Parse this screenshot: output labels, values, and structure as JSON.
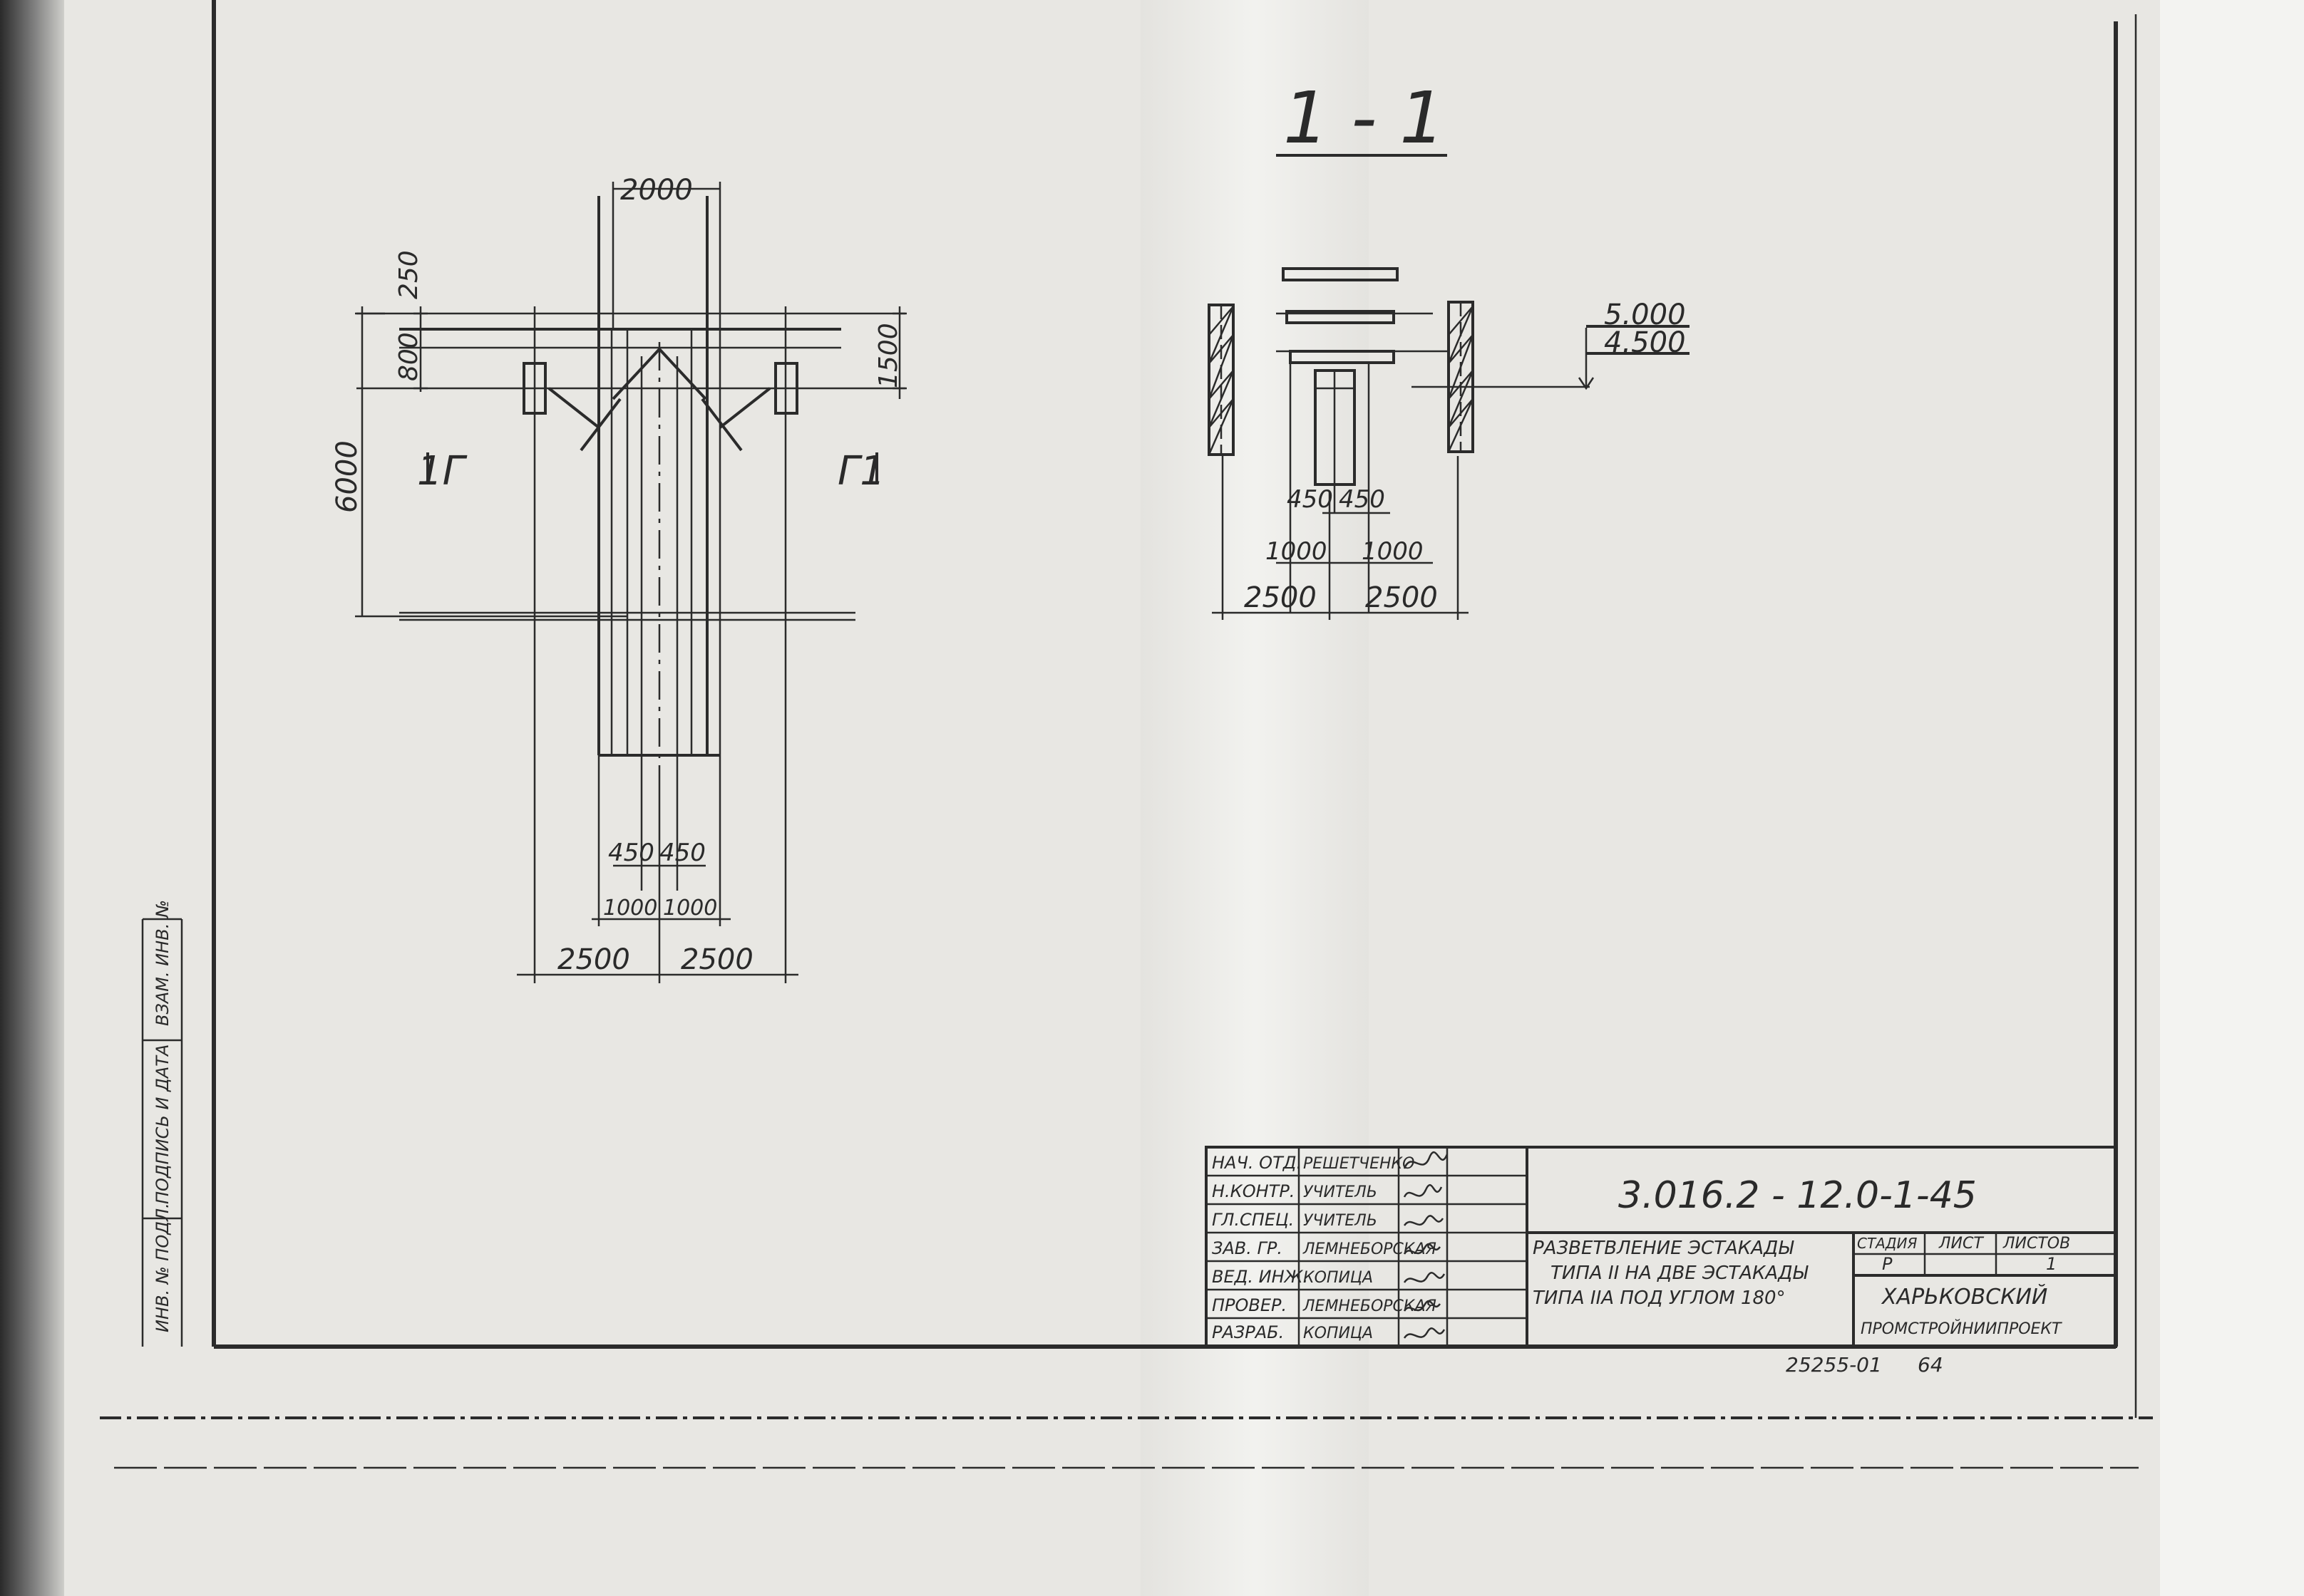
{
  "section_label": "1 - 1",
  "plan": {
    "dims": {
      "top_width": "2000",
      "left_250": "250",
      "left_800": "800",
      "right_1500": "1500",
      "left_6000": "6000",
      "bot_450_l": "450",
      "bot_450_r": "450",
      "bot_1000_l": "1000",
      "bot_1000_r": "1000",
      "bot_2500_l": "2500",
      "bot_2500_r": "2500"
    },
    "section_mark_left": "1Г",
    "section_mark_right": "Г1"
  },
  "section": {
    "dims": {
      "elev_top": "5.000",
      "elev_bottom": "4.500",
      "d450_l": "450",
      "d450_r": "450",
      "d1000_l": "1000",
      "d1000_r": "1000",
      "d2500_l": "2500",
      "d2500_r": "2500"
    }
  },
  "side_strip": {
    "inv_no": "ИНВ. № ПОДЛ.",
    "sign_date": "ПОДПИСЬ И ДАТА",
    "inv_dup": "ВЗАМ. ИНВ. №"
  },
  "title_block": {
    "code": "3.016.2 - 12.0-1-45",
    "signatories": [
      {
        "role": "НАЧ. ОТД.",
        "name": "РЕШЕТЧЕНКО"
      },
      {
        "role": "Н.КОНТР.",
        "name": "УЧИТЕЛЬ"
      },
      {
        "role": "ГЛ.СПЕЦ.",
        "name": "УЧИТЕЛЬ"
      },
      {
        "role": "ЗАВ. ГР.",
        "name": "ЛЕМНЕБОРСКАЯ"
      },
      {
        "role": "ВЕД. ИНЖ.",
        "name": "КОПИЦА"
      },
      {
        "role": "ПРОВЕР.",
        "name": "ЛЕМНЕБОРСКАЯ"
      },
      {
        "role": "РАЗРАБ.",
        "name": "КОПИЦА"
      }
    ],
    "description_lines": [
      "РАЗВЕТВЛЕНИЕ ЭСТАКАДЫ",
      "ТИПА II НА ДВЕ ЭСТАКАДЫ",
      "ТИПА IIА ПОД УГЛОМ 180°"
    ],
    "stage_label": "СТАДИЯ",
    "sheet_label": "ЛИСТ",
    "sheets_label": "ЛИСТОВ",
    "stage_value": "Р",
    "sheets_value": "1",
    "organization_lines": [
      "ХАРЬКОВСКИЙ",
      "ПРОМСТРОЙНИИПРОЕКТ"
    ],
    "archive_no": "25255-01",
    "page_no": "64"
  }
}
